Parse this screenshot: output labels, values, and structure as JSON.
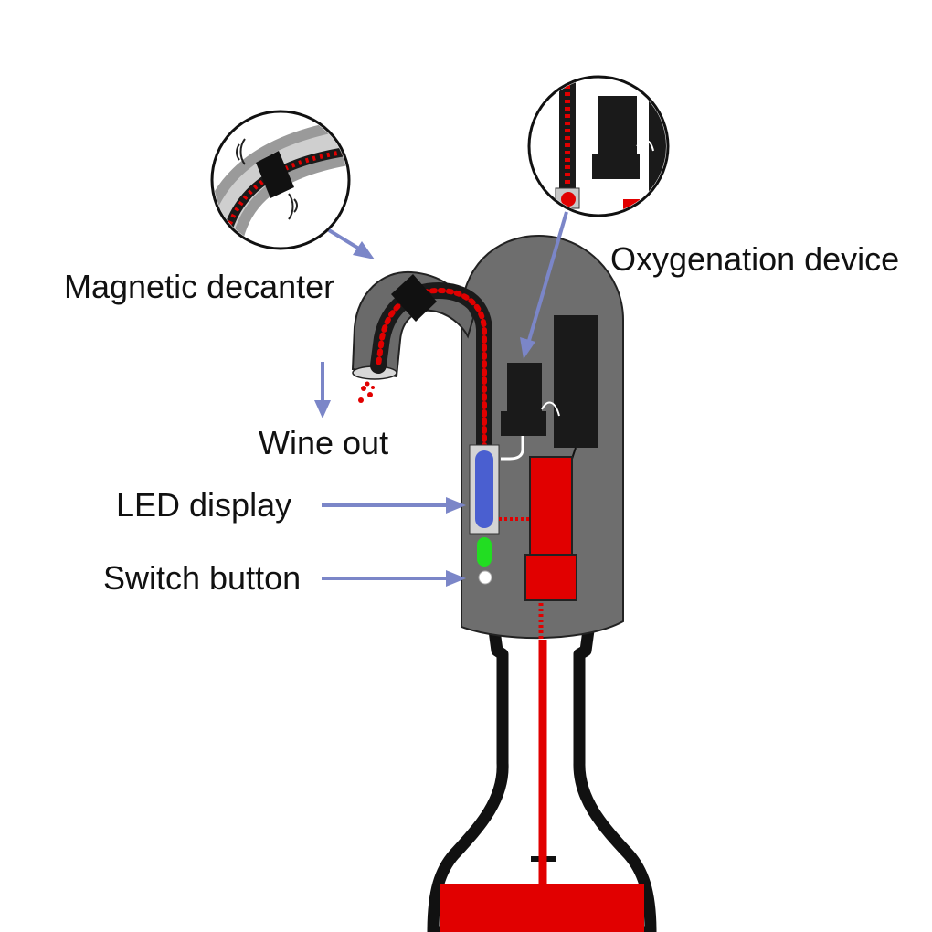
{
  "labels": {
    "magnetic_decanter": "Magnetic decanter",
    "oxygenation_device": "Oxygenation device",
    "wine_out": "Wine out",
    "led_display": "LED display",
    "switch_button": "Switch button"
  },
  "colors": {
    "body_gray": "#6e6e6e",
    "wine_red": "#e10000",
    "arrow_blue": "#7b86c8",
    "led_blue": "#4a5fd0",
    "indicator_green": "#22dd22",
    "outline_black": "#111111"
  }
}
